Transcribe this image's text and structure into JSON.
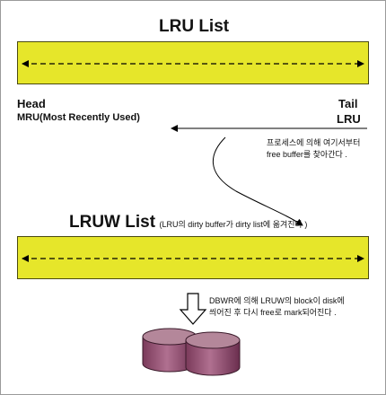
{
  "lru_list": {
    "title": "LRU List",
    "head_label": "Head",
    "mru_label": "MRU(Most Recently Used)",
    "tail_label": "Tail",
    "lru_label": "LRU"
  },
  "process_note": {
    "line1": "프로세스에 의해 여기서부터",
    "line2": "free buffer를 찾아간다 ."
  },
  "lruw_list": {
    "title": "LRUW List",
    "note": "(LRU의 dirty buffer가 dirty list에 옮겨진다 )"
  },
  "dbwr_note": {
    "line1": "DBWR에 의해 LRUW의 block이 disk에",
    "line2": "씌어진 후 다시 free로 mark되어진다 ."
  },
  "colors": {
    "bar_fill": "#e6e62a",
    "bar_border": "#4a4a10",
    "disk_top": "#b4879a",
    "disk_body": "#9a5a78"
  },
  "icons": [
    "double-headed-arrow-icon",
    "curved-arrow-icon",
    "down-arrow-icon",
    "disk-icon"
  ]
}
